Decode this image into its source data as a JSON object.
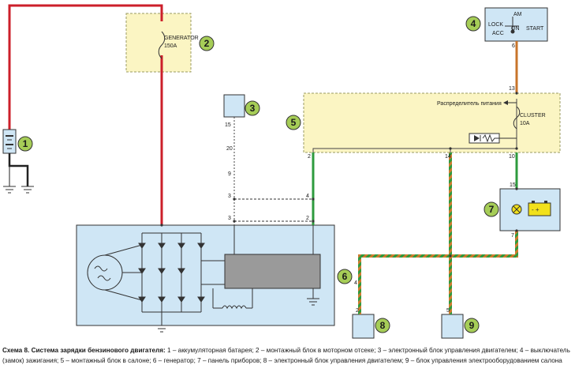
{
  "components": {
    "generator_fuse": "GENERATOR",
    "generator_fuse_rating": "150A",
    "cluster_fuse": "CLUSTER",
    "cluster_fuse_rating": "10A",
    "power_distributor": "Распределитель питания",
    "switch_am": "AM",
    "switch_lock": "LOCK",
    "switch_on": "ON",
    "switch_acc": "ACC",
    "switch_start": "START"
  },
  "callouts": [
    "1",
    "2",
    "3",
    "4",
    "5",
    "6",
    "7",
    "8",
    "9"
  ],
  "pins": {
    "ecu15": "15",
    "w20": "20",
    "w9": "9",
    "w3a": "3",
    "w3b": "3",
    "g4": "4",
    "g2": "2",
    "m2": "2",
    "m14": "14",
    "m10": "10",
    "c13": "13",
    "s6": "6",
    "c15": "15",
    "c7": "7",
    "e4": "4",
    "e2": "2",
    "b5": "5"
  },
  "colors": {
    "battery_wire": "#cc1f2a",
    "ignition_wire": "#c8742b",
    "green_wire": "#2e9b3e",
    "block_fill": "#fbf5c3",
    "component_fill": "#cfe6f5",
    "callout_fill": "#a6cd57"
  },
  "caption": {
    "title": "Схема 8. Система зарядки бензинового двигателя:",
    "text": " 1 – аккумуляторная батарея; 2 – монтажный блок в моторном отсеке; 3 – электронный блок управления двигателем; 4 – выключатель (замок) зажигания; 5 – монтажный блок в салоне; 6 – генератор; 7 – панель приборов; 8 – электронный блок управления двигателем; 9 – блок управления электрооборудованием салона"
  }
}
